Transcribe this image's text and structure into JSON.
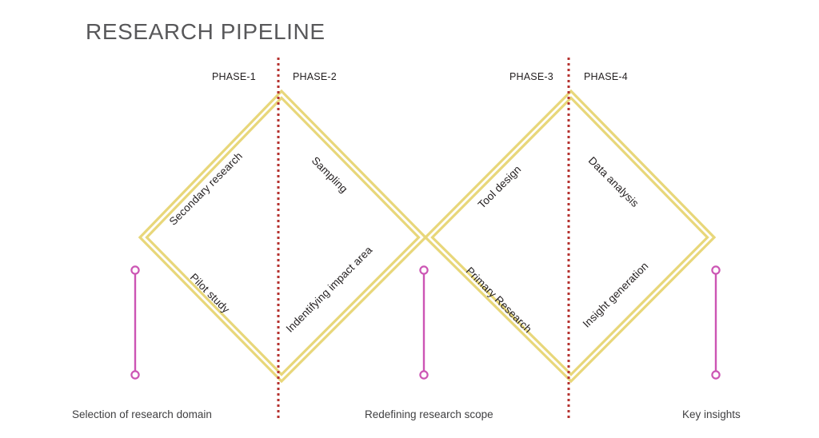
{
  "title": "RESEARCH PIPELINE",
  "colors": {
    "title_gray": "#58585a",
    "diamond_yellow": "#e8d77a",
    "divider_red": "#b5322f",
    "marker_pink": "#cc55b4",
    "text_dark": "#231f20",
    "background": "#ffffff"
  },
  "phases": [
    {
      "label": "PHASE-1"
    },
    {
      "label": "PHASE-2"
    },
    {
      "label": "PHASE-3"
    },
    {
      "label": "PHASE-4"
    }
  ],
  "edges": [
    {
      "label": "Secondary research",
      "phase": "PHASE-1",
      "position": "diamond-1-upper-left"
    },
    {
      "label": "Sampling",
      "phase": "PHASE-2",
      "position": "diamond-1-upper-right"
    },
    {
      "label": "Pilot study",
      "phase": "PHASE-1",
      "position": "diamond-1-lower-left"
    },
    {
      "label": "Indentifying impact area",
      "phase": "PHASE-2",
      "position": "diamond-1-lower-right"
    },
    {
      "label": "Tool design",
      "phase": "PHASE-3",
      "position": "diamond-2-upper-left"
    },
    {
      "label": "Data analysis",
      "phase": "PHASE-4",
      "position": "diamond-2-upper-right"
    },
    {
      "label": "Primary Research",
      "phase": "PHASE-3",
      "position": "diamond-2-lower-left"
    },
    {
      "label": "Insight generation",
      "phase": "PHASE-4",
      "position": "diamond-2-lower-right"
    }
  ],
  "milestones": [
    {
      "label": "Selection of research domain"
    },
    {
      "label": "Redefining research scope"
    },
    {
      "label": "Key insights"
    }
  ],
  "dividers": [
    {
      "name": "divider-phase-1-2"
    },
    {
      "name": "divider-phase-3-4"
    }
  ]
}
